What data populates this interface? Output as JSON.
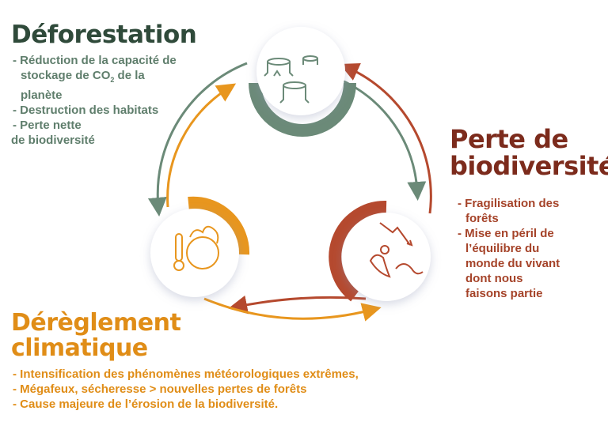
{
  "colors": {
    "deforestation": "#6b8a78",
    "biodiversity": "#b5492e",
    "climate": "#e8961e"
  },
  "deforestation": {
    "title": "Déforestation",
    "item1_a": "- Réduction de la capacité de",
    "item1_b": "stockage de CO",
    "item1_sub": "2",
    "item1_c": " de la",
    "item1_d": "planète",
    "item2": "- Destruction des habitats",
    "item3_a": "- Perte nette",
    "item3_b": "de biodiversité",
    "icon": "tree-stumps-icon"
  },
  "biodiversity": {
    "title_line1": "Perte de",
    "title_line2": "biodiversité",
    "items": [
      "- Fragilisation des",
      "forêts",
      "- Mise en péril de",
      "l’équilibre du",
      "monde du vivant",
      "dont nous",
      "faisons partie"
    ],
    "icon": "declining-species-icon"
  },
  "climate": {
    "title_line1": "Dérèglement",
    "title_line2": "climatique",
    "items": [
      "- Intensification des phénomènes météorologiques extrêmes,",
      "- Mégafeux, sécheresse > nouvelles pertes de forêts",
      "- Cause majeure de l’érosion de la biodiversité."
    ],
    "icon": "burning-earth-thermometer-icon"
  }
}
